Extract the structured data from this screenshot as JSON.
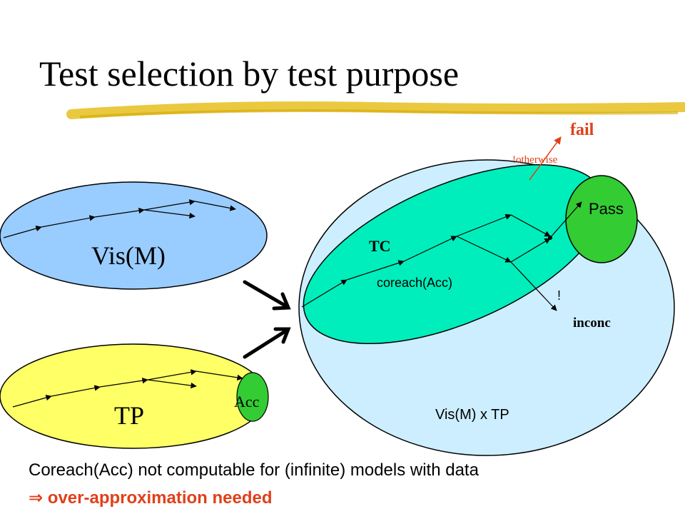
{
  "slide": {
    "title": "Test selection by test purpose",
    "footer": {
      "line1": "Coreach(Acc)  not computable for (infinite) models with data",
      "line2": "⇒ over-approximation needed"
    }
  },
  "diagram": {
    "vis_m_label": "Vis(M)",
    "tp_label": "TP",
    "acc_label": "Acc",
    "product_label": "Vis(M) x TP",
    "tc_label": "TC",
    "coreach_label": "coreach(Acc)",
    "pass_label": "Pass",
    "fail_label": "fail",
    "otherwise_label": "!otherwise",
    "bang_label": "!",
    "inconc_label": "inconc"
  },
  "colors": {
    "vis_m_fill": "#99ccff",
    "tp_fill": "#ffff66",
    "acc_fill": "#33cc33",
    "product_fill": "#cceeff",
    "tc_fill": "#00eebb",
    "pass_fill": "#33cc33",
    "fail_text": "#e0401a",
    "highlighter": "#e6c020"
  }
}
